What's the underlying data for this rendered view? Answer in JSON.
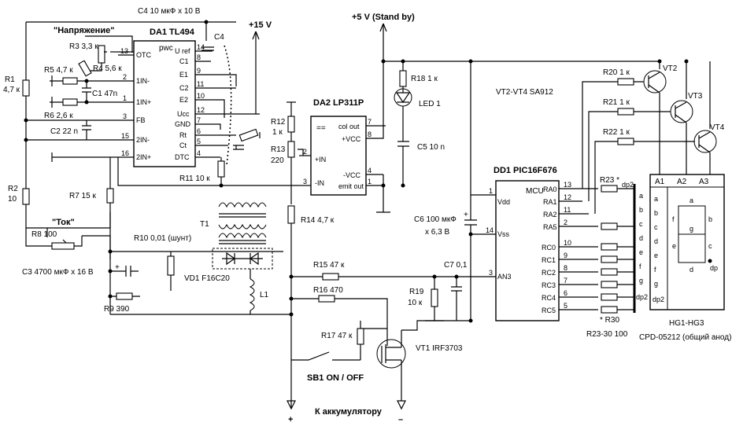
{
  "labels": {
    "napryazhenie": "\"Напряжение\"",
    "tok": "\"Ток\"",
    "plus15": "+15 V",
    "plus5": "+5 V (Stand by)",
    "to_battery": "К аккумулятору",
    "plus": "+",
    "minus": "–",
    "sb1": "SB1  ON / OFF",
    "da1": "DA1  TL494",
    "da2": "DA2  LP311P",
    "dd1": "DD1  PIC16F676",
    "vt_group": "VT2-VT4  SA912",
    "hg": "HG1-HG3",
    "hg_part": "CPD-05212 (общий анод)",
    "r23_30": "R23-30  100",
    "r30": "* R30",
    "pwc": "pwc",
    "mcu": "MCU"
  },
  "components": {
    "r1": "R1",
    "r1_val": "4,7 к",
    "r2": "R2",
    "r2_val": "10",
    "r3": "R3  3,3 к",
    "r4": "R4 5,6 к",
    "r5": "R5 4,7 к",
    "r6": "R6 2,6 к",
    "c1": "C1 47n",
    "c2": "C2 22 n",
    "c3": "C3 4700 мкФ x 16 B",
    "c4_top": "C4 10 мкФ x 10 B",
    "c4": "C4",
    "c5": "C5 10 n",
    "c6": "C6 100 мкФ",
    "c6_v": "x 6,3 B",
    "c7": "C7 0,1",
    "r7": "R7  15 к",
    "r8": "R8 100",
    "r9": "R9  390",
    "r10": "R10 0,01 (шунт)",
    "r11": "R11 10 к",
    "r12": "R12",
    "r12_val": "1 к",
    "r13": "R13",
    "r13_val": "220",
    "r14": "R14 4,7 к",
    "r15": "R15 47 к",
    "r16": "R16 470",
    "r17": "R17 47 к",
    "r18": "R18 1 к",
    "r19": "R19",
    "r19_val": "10 к",
    "r20": "R20 1 к",
    "r21": "R21 1 к",
    "r22": "R22 1 к",
    "r23": "R23 *",
    "t1": "T1",
    "vd1": "VD1 F16C20",
    "l1": "L1",
    "led1": "LED 1",
    "vt1": "VT1  IRF3703",
    "vt2": "VT2",
    "vt3": "VT3",
    "vt4": "VT4"
  },
  "da1_pins_left": [
    {
      "num": "13",
      "name": "OTC"
    },
    {
      "num": "2",
      "name": "1IN-"
    },
    {
      "num": "1",
      "name": "1IN+"
    },
    {
      "num": "3",
      "name": "FB"
    },
    {
      "num": "15",
      "name": "2IN-"
    },
    {
      "num": "16",
      "name": "2IN+"
    }
  ],
  "da1_pins_right": [
    {
      "num": "14",
      "name": "U ref"
    },
    {
      "num": "8",
      "name": "C1"
    },
    {
      "num": "9",
      "name": "E1"
    },
    {
      "num": "11",
      "name": "C2"
    },
    {
      "num": "10",
      "name": "E2"
    },
    {
      "num": "12",
      "name": "Ucc"
    },
    {
      "num": "7",
      "name": "GND"
    },
    {
      "num": "6",
      "name": "Rt"
    },
    {
      "num": "5",
      "name": "Ct"
    },
    {
      "num": "4",
      "name": "DTC"
    }
  ],
  "da2": {
    "eq": "==",
    "col_out": "col out",
    "vcc": "+VCC",
    "in_p": "+IN",
    "in_n": "-IN",
    "vcc_n": "-VCC",
    "emit_out": "emit out",
    "pin7": "7",
    "pin8": "8",
    "pin2": "2",
    "pin3": "3",
    "pin4": "4",
    "pin1": "1"
  },
  "dd1_left": [
    {
      "num": "1",
      "name": "Vdd"
    },
    {
      "num": "14",
      "name": "Vss"
    },
    {
      "num": "3",
      "name": "AN3"
    }
  ],
  "dd1_right": [
    {
      "num": "13",
      "name": "RA0"
    },
    {
      "num": "12",
      "name": "RA1"
    },
    {
      "num": "11",
      "name": "RA2"
    },
    {
      "num": "2",
      "name": "RA5"
    },
    {
      "num": "10",
      "name": "RC0"
    },
    {
      "num": "9",
      "name": "RC1"
    },
    {
      "num": "8",
      "name": "RC2"
    },
    {
      "num": "7",
      "name": "RC3"
    },
    {
      "num": "6",
      "name": "RC4"
    },
    {
      "num": "5",
      "name": "RC5"
    }
  ],
  "bus_letters": [
    "dp2",
    "a",
    "b",
    "c",
    "d",
    "e",
    "f",
    "g",
    "dp2"
  ],
  "bus_right_letters": [
    "a",
    "b",
    "c",
    "d",
    "e",
    "f",
    "g",
    "dp2"
  ],
  "display": {
    "a1": "A1",
    "a2": "A2",
    "a3": "A3",
    "seg_a": "a",
    "seg_b": "b",
    "seg_c": "c",
    "seg_d": "d",
    "seg_e": "e",
    "seg_f": "f",
    "seg_g": "g",
    "seg_dp": "dp"
  }
}
